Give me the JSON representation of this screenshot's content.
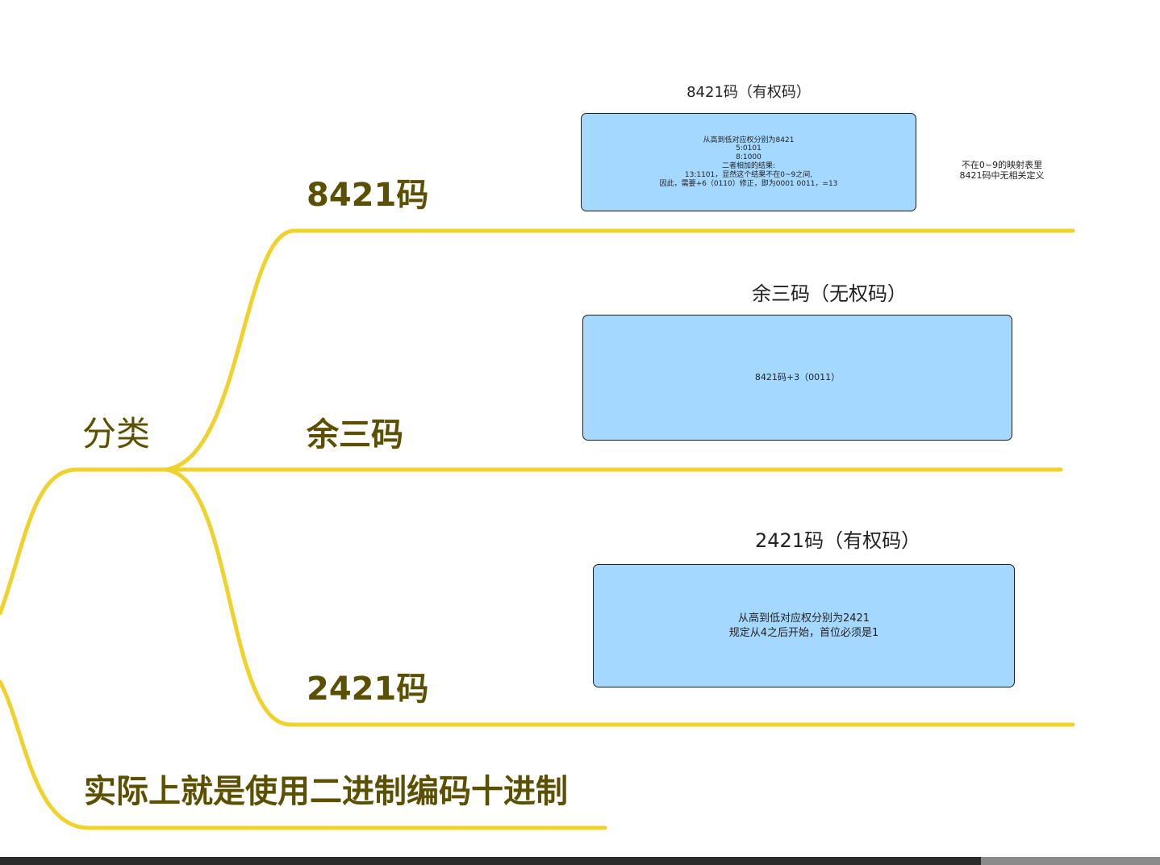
{
  "colors": {
    "branch_line": "#f0d22c",
    "label_text": "#5b5000",
    "card_fill": "#a5d8ff",
    "card_border": "#1e1e1e",
    "footer": "#2b2b2b"
  },
  "root": {
    "label": "分类"
  },
  "branches": [
    {
      "label": "8421码",
      "card_title": "8421码（有权码）",
      "card_lines": [
        "从高到低对应权分别为8421",
        "5:0101",
        "8:1000",
        "二者相加的结果:",
        "13:1101，显然这个结果不在0~9之间,",
        "因此，需要+6（0110）修正，即为0001 0011，=13"
      ],
      "side_note": [
        "不在0~9的映射表里",
        "8421码中无相关定义"
      ]
    },
    {
      "label": "余三码",
      "card_title": "余三码（无权码）",
      "card_lines": [
        "8421码+3（0011）"
      ]
    },
    {
      "label": "2421码",
      "card_title": "2421码（有权码）",
      "card_lines": [
        "从高到低对应权分别为2421",
        "规定从4之后开始，首位必须是1"
      ]
    }
  ],
  "summary": {
    "label": "实际上就是使用二进制编码十进制"
  }
}
